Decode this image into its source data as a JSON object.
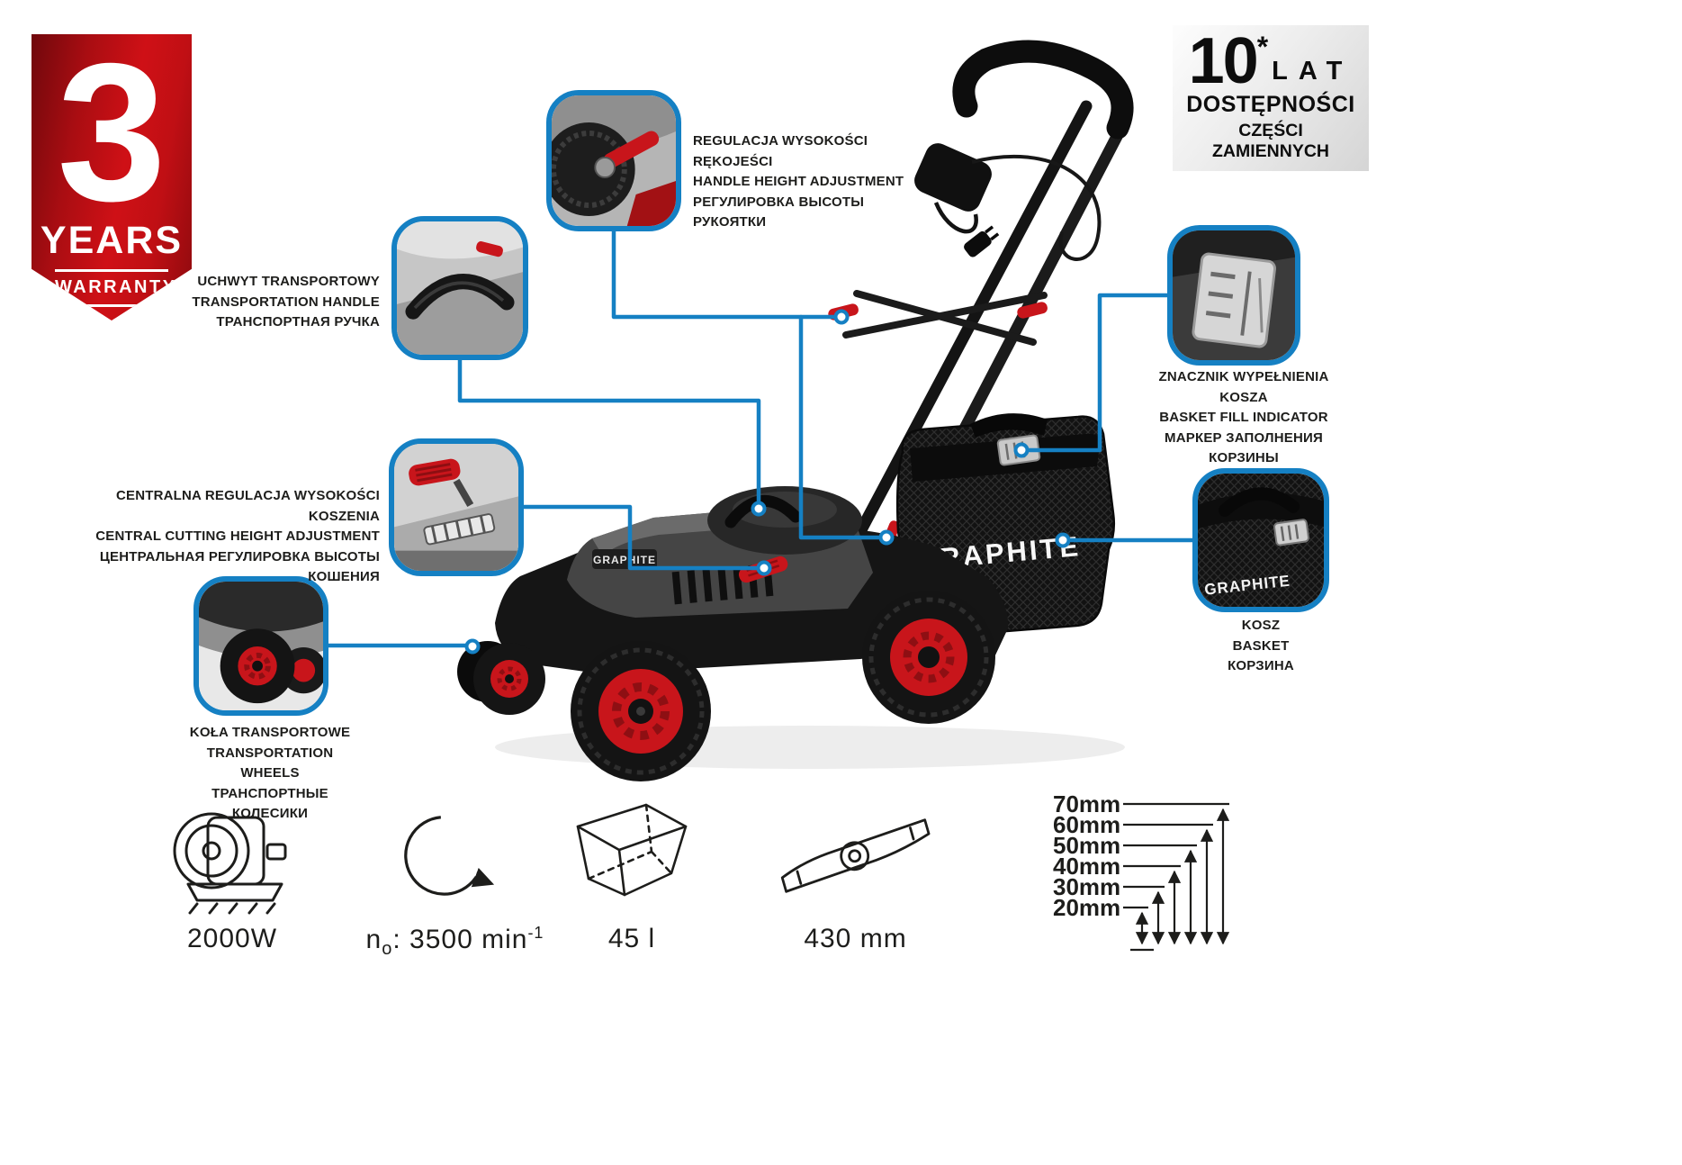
{
  "brand": "GRAPHITE",
  "warranty": {
    "number": "3",
    "years_label": "YEARS",
    "warranty_label": "WARRANTY"
  },
  "availability": {
    "number": "10",
    "asterisk": "*",
    "unit": "LAT",
    "line2": "DOSTĘPNOŚCI",
    "line3": "CZĘŚCI ZAMIENNYCH"
  },
  "callouts": [
    {
      "id": "handle-height-adjustment",
      "lines": [
        "REGULACJA WYSOKOŚCI RĘKOJEŚCI",
        "HANDLE HEIGHT ADJUSTMENT",
        "РЕГУЛИРОВКА ВЫСОТЫ РУКОЯТКИ"
      ]
    },
    {
      "id": "transportation-handle",
      "lines": [
        "UCHWYT TRANSPORTOWY",
        "TRANSPORTATION HANDLE",
        "ТРАНСПОРТНАЯ РУЧКА"
      ]
    },
    {
      "id": "central-cutting-height",
      "lines": [
        "CENTRALNA REGULACJA WYSOKOŚCI KOSZENIA",
        "CENTRAL CUTTING HEIGHT ADJUSTMENT",
        "ЦЕНТРАЛЬНАЯ РЕГУЛИРОВКА ВЫСОТЫ КОШЕНИЯ"
      ]
    },
    {
      "id": "transportation-wheels",
      "lines": [
        "KOŁA TRANSPORTOWE",
        "TRANSPORTATION WHEELS",
        "ТРАНСПОРТНЫЕ КОЛЕСИКИ"
      ]
    },
    {
      "id": "basket-fill-indicator",
      "lines": [
        "ZNACZNIK WYPEŁNIENIA KOSZA",
        "BASKET FILL INDICATOR",
        "МАРКЕР ЗАПОЛНЕНИЯ КОРЗИНЫ"
      ]
    },
    {
      "id": "basket",
      "lines": [
        "KOSZ",
        "BASKET",
        "КОРЗИНА"
      ]
    }
  ],
  "specs": {
    "power": "2000W",
    "speed_symbol": "n",
    "speed_subscript": "o",
    "speed_value": ": 3500 min",
    "speed_superscript": "-1",
    "basket_capacity": "45 l",
    "cutting_width": "430 mm",
    "cutting_heights": [
      "70mm",
      "60mm",
      "50mm",
      "40mm",
      "30mm",
      "20mm"
    ]
  },
  "colors": {
    "accent_blue": "#1580c3",
    "red": "#c8151b",
    "warranty_red": "#b00d12"
  }
}
